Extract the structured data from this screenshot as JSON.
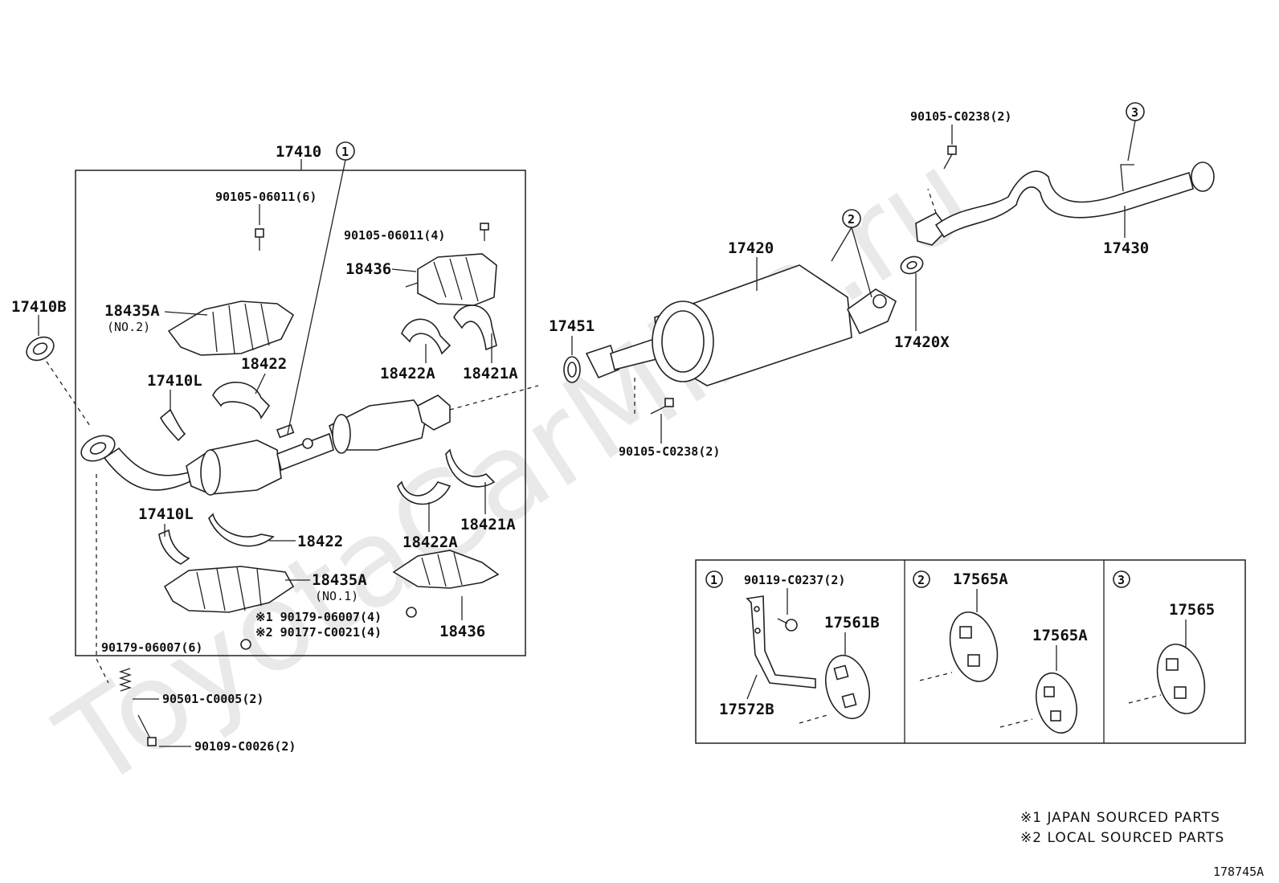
{
  "watermark": "ToyotaCarMine.ru",
  "labels": {
    "p17410": "17410",
    "p17410B": "17410B",
    "p90105_06011_6": "90105-06011(6)",
    "p90105_06011_4": "90105-06011(4)",
    "p18436_top": "18436",
    "p18435A_top": "18435A",
    "p18435A_top_sub": "(NO.2)",
    "p18422_top": "18422",
    "p17410L_top": "17410L",
    "p18422A_top": "18422A",
    "p18421A_top": "18421A",
    "p17410L_bot": "17410L",
    "p18422_bot": "18422",
    "p18422A_bot": "18422A",
    "p18421A_bot": "18421A",
    "p18435A_bot": "18435A",
    "p18435A_bot_sub": "(NO.1)",
    "p190179": "※1 90179-06007(4)",
    "p290177": "※2 90177-C0021(4)",
    "p18436_bot": "18436",
    "p90179_6": "90179-06007(6)",
    "p90501": "90501-C0005(2)",
    "p90109": "90109-C0026(2)",
    "p17451": "17451",
    "p90105_C0238_mid": "90105-C0238(2)",
    "p17420": "17420",
    "p17420X": "17420X",
    "p90105_C0238_top": "90105-C0238(2)",
    "p17430": "17430",
    "c1": "1",
    "c2": "2",
    "c3": "3",
    "ins1": "1",
    "ins2": "2",
    "ins3": "3",
    "p90119": "90119-C0237(2)",
    "p17561B": "17561B",
    "p17572B": "17572B",
    "p17565A_1": "17565A",
    "p17565A_2": "17565A",
    "p17565": "17565",
    "note1": "※1 JAPAN SOURCED PARTS",
    "note2": "※2 LOCAL SOURCED PARTS",
    "figure_id": "178745A"
  }
}
